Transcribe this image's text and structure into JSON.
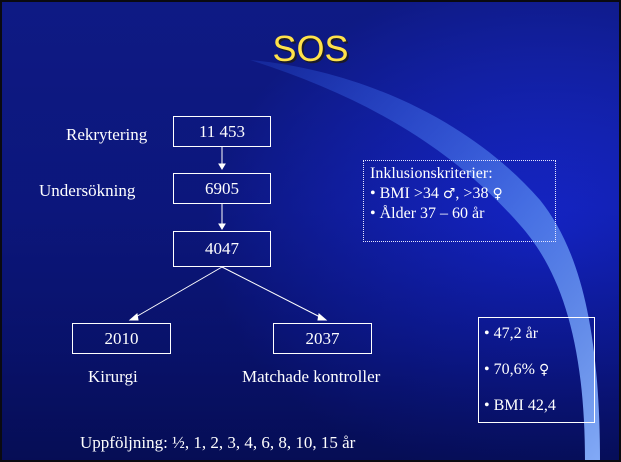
{
  "slide": {
    "title": "SOS",
    "colors": {
      "background": "#1424c4",
      "title": "#ffe24a",
      "text": "#ffffff",
      "swoosh": "#5a8cf0"
    }
  },
  "flow": {
    "rows": [
      {
        "label": "Rekrytering",
        "value": "11 453"
      },
      {
        "label": "Undersökning",
        "value": "6905"
      },
      {
        "label": "",
        "value": "4047"
      }
    ],
    "branches": [
      {
        "value": "2010",
        "label": "Kirurgi"
      },
      {
        "value": "2037",
        "label": "Matchade kontroller"
      }
    ]
  },
  "criteria": {
    "heading": "Inklusionskriterier:",
    "bmi_text": "• BMI >34",
    "bmi_sep": ", >38",
    "male_symbol": "♂",
    "female_symbol": "♀",
    "age": "• Ålder 37 – 60 år"
  },
  "stats": {
    "age": "• 47,2 år",
    "female_pct": "• 70,6%",
    "female_symbol": "♀",
    "bmi": "• BMI 42,4"
  },
  "followup": "Uppföljning: ½, 1, 2, 3, 4, 6, 8, 10, 15 år"
}
